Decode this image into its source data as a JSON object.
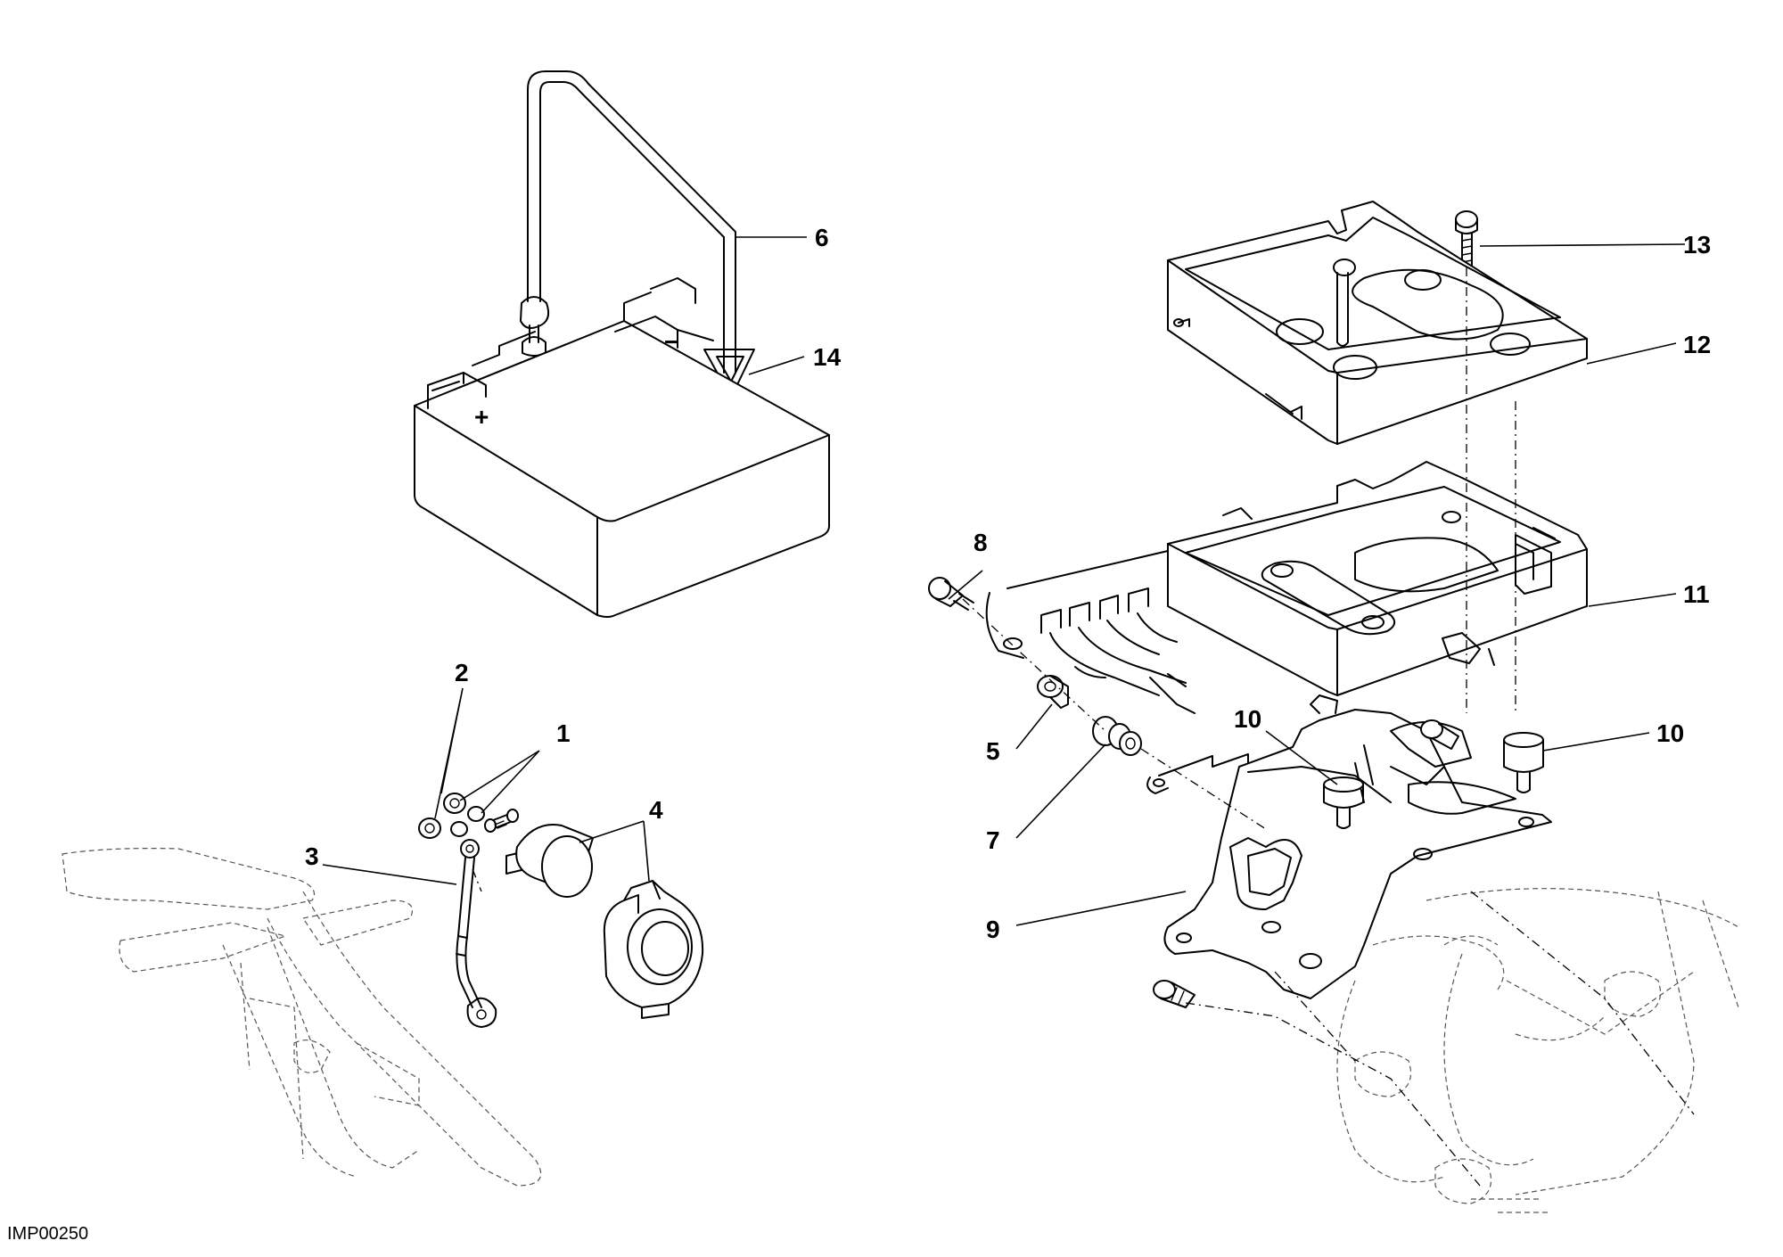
{
  "drawing_code": "IMP00250",
  "callouts": {
    "c1": "1",
    "c2": "2",
    "c3": "3",
    "c4": "4",
    "c5": "5",
    "c6": "6",
    "c7": "7",
    "c8": "8",
    "c9": "9",
    "c10a": "10",
    "c10b": "10",
    "c11": "11",
    "c12": "12",
    "c13": "13",
    "c14": "14"
  },
  "battery": {
    "plus_mark": "+",
    "minus_mark": "−"
  }
}
